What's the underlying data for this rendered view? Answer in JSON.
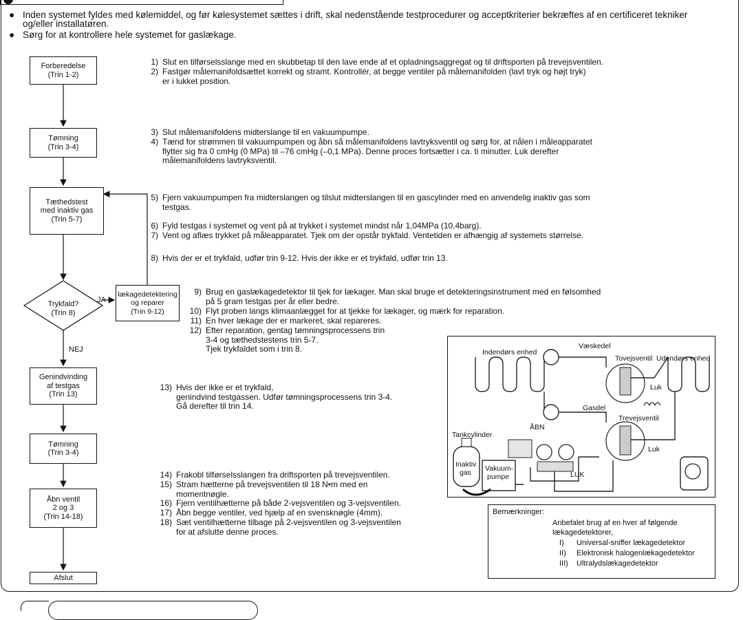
{
  "intro": {
    "bullet1": "Inden systemet fyldes med kølemiddel, og før kølesystemet sættes i drift, skal nedenstående testprocedurer og acceptkriterier bekræftes af en certificeret tekniker og/eller installatøren.",
    "bullet2": "Sørg for at kontrollere hele systemet for gaslækage."
  },
  "flow": {
    "prep": [
      "Forberedelse",
      "(Trin 1-2)"
    ],
    "evac1": [
      "Tømning",
      "(Trin 3-4)"
    ],
    "leak": [
      "Tæthedstest",
      "med inaktiv gas",
      "(Trin 5-7)"
    ],
    "decision": [
      "Trykfald?",
      "(Trin 8)"
    ],
    "yes": "JA",
    "no": "NEJ",
    "repair": [
      "lækagedetektering",
      "og reparer",
      "(Trin 9-12)"
    ],
    "recover": [
      "Genindvinding",
      "af testgas",
      "(Trin 13)"
    ],
    "evac2": [
      "Tømning",
      "(Trin 3-4)"
    ],
    "open": [
      "Åbn ventil",
      "2 og 3",
      "(Trin 14-18)"
    ],
    "end": [
      "Afslut"
    ]
  },
  "steps": {
    "s1": "Slut en tilførselsslange med en skubbetap til den lave ende af et opladningsaggregat og til driftsporten på trevejsventilen.",
    "s2a": "Fastgør målemanifoldsættet korrekt og stramt. Kontrollér, at begge ventiler på målemanifolden (lavt tryk og højt tryk)",
    "s2b": "er i lukket position.",
    "s3": "Slut målemanifoldens midterslange til en vakuumpumpe.",
    "s4a": "Tænd for strømmen til vakuumpumpen og åbn så målemanifoldens lavtryksventil og sørg for, at nålen i måleapparatet",
    "s4b": "flytter sig fra 0 cmHg (0 MPa) til –76 cmHg (–0,1 MPa). Denne proces fortsætter i ca. ti minutter. Luk derefter",
    "s4c": "målemanifoldens lavtryksventil.",
    "s5a": "Fjern vakuumpumpen fra midterslangen og tilslut midterslangen til en gascylinder med en anvendelig inaktiv gas som",
    "s5b": "testgas.",
    "s6": "Fyld testgas i systemet og vent på at trykket i systemet mindst når 1,04MPa (10,4barg).",
    "s7": "Vent og aflæs trykket på måleapparatet. Tjek om der opstår trykfald. Ventetiden er afhængig af systemets størrelse.",
    "s8": "Hvis der er et trykfald, udfør trin 9-12. Hvis der ikke er et trykfald, udfør trin 13.",
    "s9a": "Brug en gaslækagedetektor til tjek for lækager. Man skal bruge et detekteringsinstrument med en følsomhed",
    "s9b": "på 5 gram testgas per år eller bedre.",
    "s10": "Flyt proben langs klimaanlægget for at tjekke for lækager, og mærk for reparation.",
    "s11": "En hver lækage der er markeret, skal repareres.",
    "s12a": "Efter reparation, gentag tømningsprocessens trin",
    "s12b": "3-4 og tæthedstestens trin 5-7.",
    "s12c": "Tjek trykfaldet som i trin 8.",
    "s13a": "Hvis der ikke er et trykfald,",
    "s13b": "genindvind testgassen. Udfør tømningsprocessens trin 3-4.",
    "s13c": "Gå derefter til trin 14.",
    "s14": "Frakobl tilførselsslangen fra driftsporten på trevejsventilen.",
    "s15a": "Stram hætterne på trevejsventilen til 18 N•m med en",
    "s15b": "momentnøgle.",
    "s16": "Fjern ventilhætterne på både 2-vejsventilen og 3-vejsventilen.",
    "s17": "Åbn begge ventiler, ved hjælp af en svensknøgle (4mm).",
    "s18a": "Sæt ventilhætterne tilbage på 2-vejsventilen og 3-vejsventilen",
    "s18b": "for at afslutte denne proces."
  },
  "nums": [
    "1)",
    "2)",
    "3)",
    "4)",
    "5)",
    "6)",
    "7)",
    "8)",
    "9)",
    "10)",
    "11)",
    "12)",
    "13)",
    "14)",
    "15)",
    "16)",
    "17)",
    "18)"
  ],
  "diagram": {
    "indoor": "Indendørs enhed",
    "liquid": "Væskedel",
    "twoway": "Tovejsventil",
    "outdoor": "Udendørs enhed",
    "luk1": "Luk",
    "gas": "Gasdel",
    "threeway": "Trevejsventil",
    "abn": "ÅBN",
    "luk2": "Luk",
    "tank": "Tankcylinder",
    "inert1": "Inaktiv",
    "inert2": "gas",
    "vac1": "Vakuum-",
    "vac2": "pumpe",
    "luk3": "LUK"
  },
  "remarks": {
    "title": "Bemærkninger:",
    "l1": "Anbefalet brug af en hver af følgende",
    "l2": "lækagedetektorer,",
    "i1n": "I)",
    "i1": "Universal-sniffer lækagedetektor",
    "i2n": "II)",
    "i2": "Elektronisk halogenlækagedetektor",
    "i3n": "III)",
    "i3": "Ultralydslækagedetektor"
  }
}
